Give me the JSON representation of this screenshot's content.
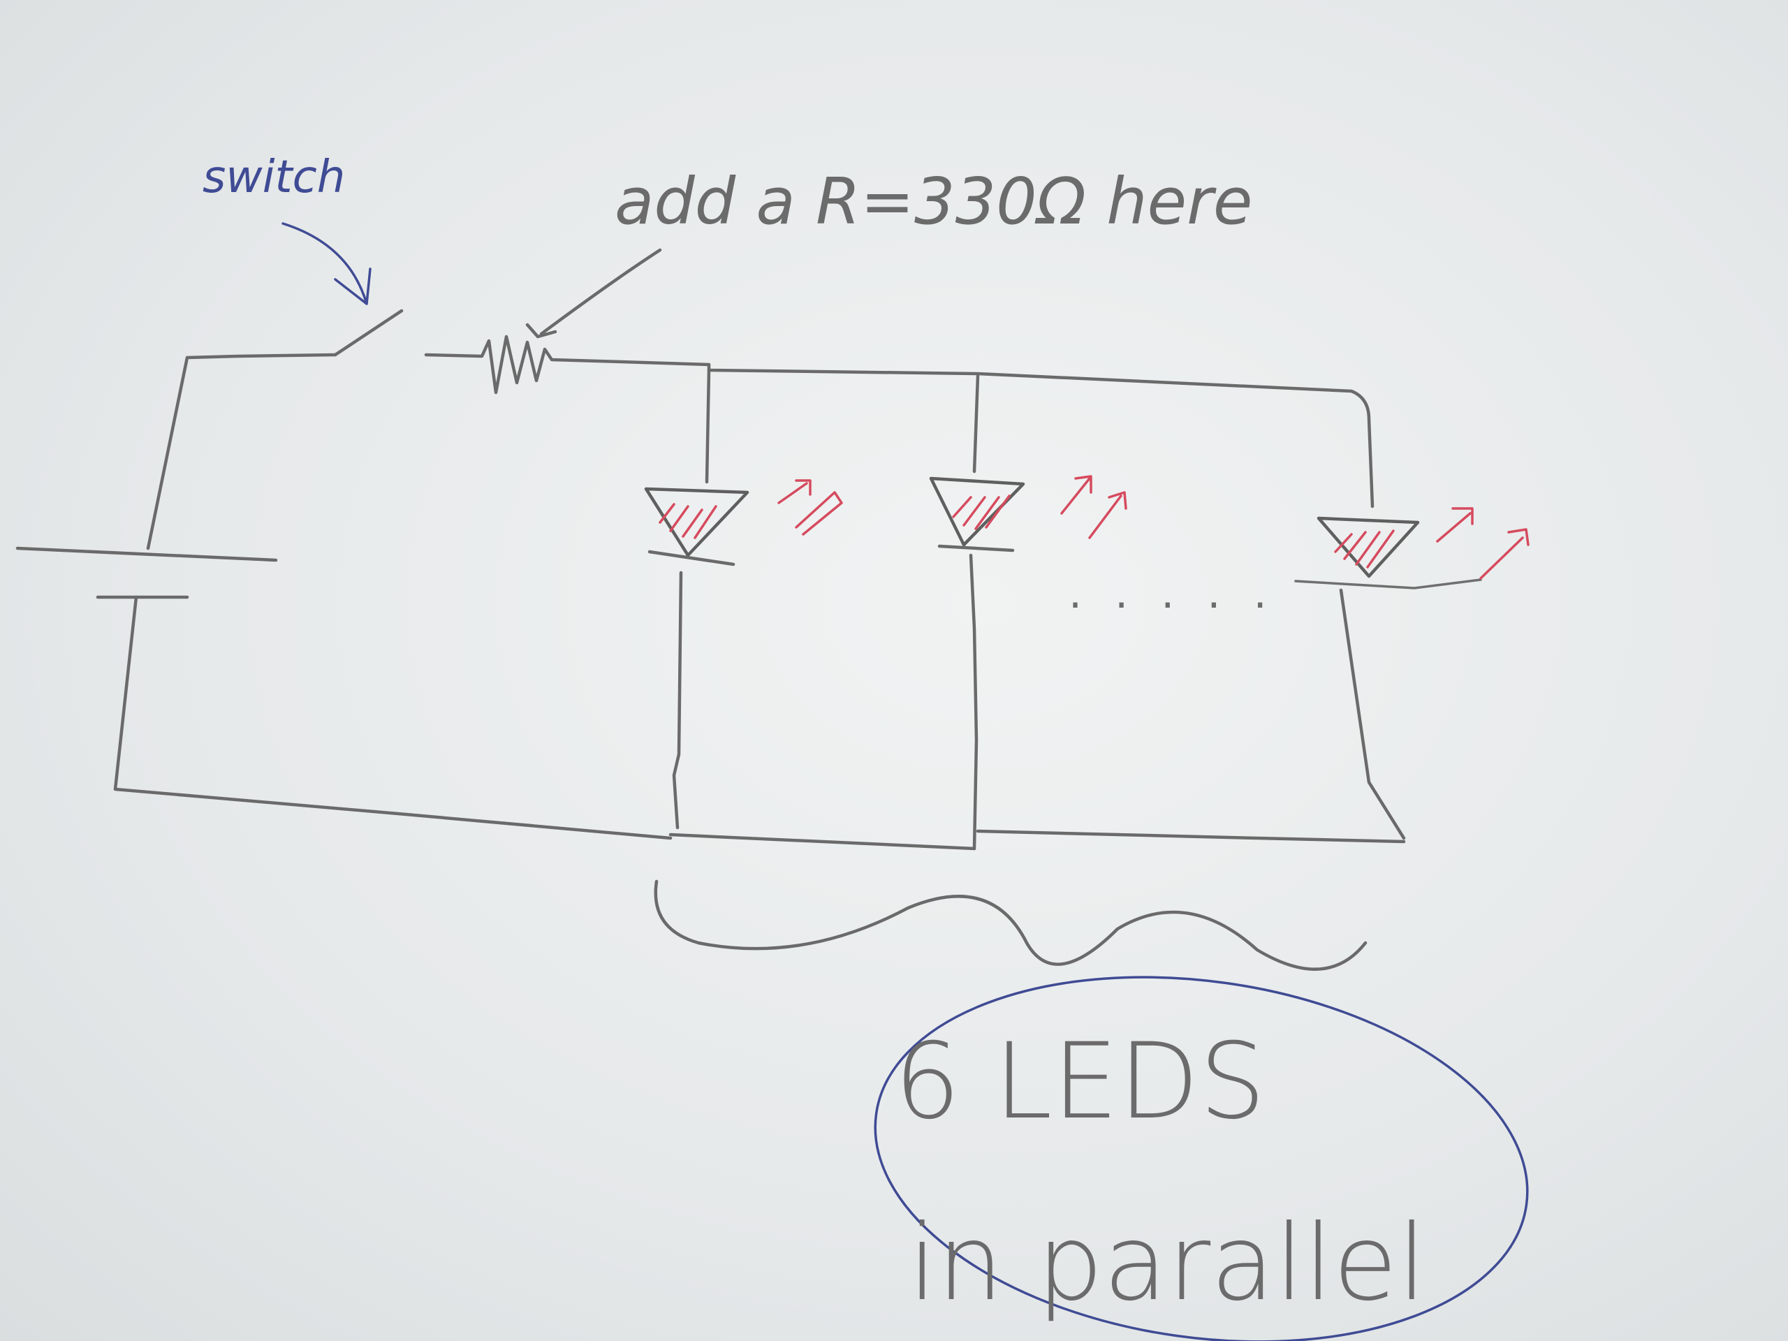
{
  "annotations": {
    "switch_label": "switch",
    "resistor_note": "add a R=330Ω here",
    "dots": ". . . . .",
    "group_count": "6 LEDS",
    "group_note": "in parallel"
  },
  "colors": {
    "pencil": "#6a6a6a",
    "led_marks": "#d64a5e",
    "blue_pen": "#3f4b94",
    "paper": "#eceeef"
  },
  "components": {
    "battery": "battery-icon",
    "switch": "switch-icon",
    "resistor": "resistor-icon",
    "led": "led-icon"
  }
}
